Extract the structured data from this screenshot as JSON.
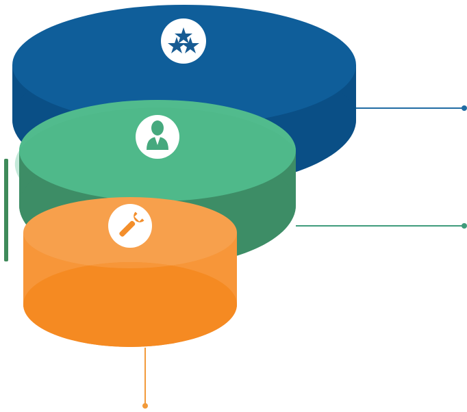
{
  "diagram": {
    "layers": [
      {
        "id": "top",
        "icon": "three-stars-icon",
        "color_top": "#0f5e9a",
        "color_side": "#0a4f86",
        "connector": "right"
      },
      {
        "id": "middle",
        "icon": "person-icon",
        "color_top": "#4fb98a",
        "color_side": "#3d8d66",
        "connector": "right"
      },
      {
        "id": "bottom",
        "icon": "wrench-icon",
        "color_top": "#f7a04c",
        "color_side": "#f58a22",
        "connector": "down"
      }
    ],
    "connector_colors": {
      "top": "#1f6ba3",
      "middle": "#3f9b7b",
      "bottom": "#f29a3a"
    }
  }
}
